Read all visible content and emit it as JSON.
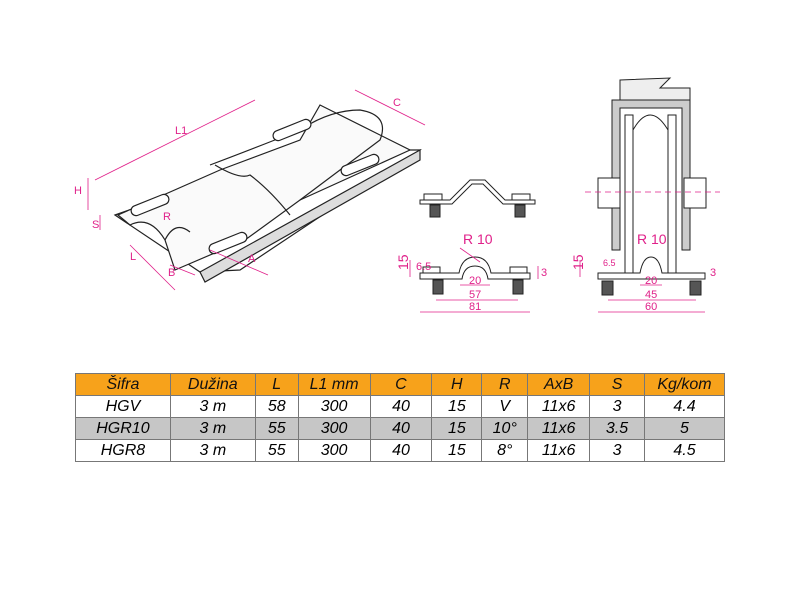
{
  "drawing": {
    "iso_labels": {
      "L1": "L1",
      "C": "C",
      "H": "H",
      "S": "S",
      "R": "R",
      "L": "L",
      "B": "B",
      "A": "A"
    },
    "section_a": {
      "radius": "R 10",
      "height": "15",
      "offset": "6.5",
      "thickness": "3",
      "inner": "20",
      "bolt_spacing": "57",
      "width": "81"
    },
    "section_b": {
      "radius": "R 10",
      "height": "15",
      "offset": "6.5",
      "thickness": "3",
      "inner": "20",
      "bolt_spacing": "45",
      "width": "60"
    },
    "colors": {
      "dimension": "#e0218a",
      "header": "#f7a21b",
      "alt_row": "#c6c6c6"
    }
  },
  "table": {
    "headers": [
      "Šifra",
      "Dužina",
      "L",
      "L1 mm",
      "C",
      "H",
      "R",
      "AxB",
      "S",
      "Kg/kom"
    ],
    "rows": [
      [
        "HGV",
        "3 m",
        "58",
        "300",
        "40",
        "15",
        "V",
        "11x6",
        "3",
        "4.4"
      ],
      [
        "HGR10",
        "3 m",
        "55",
        "300",
        "40",
        "15",
        "10°",
        "11x6",
        "3.5",
        "5"
      ],
      [
        "HGR8",
        "3 m",
        "55",
        "300",
        "40",
        "15",
        "8°",
        "11x6",
        "3",
        "4.5"
      ]
    ]
  }
}
